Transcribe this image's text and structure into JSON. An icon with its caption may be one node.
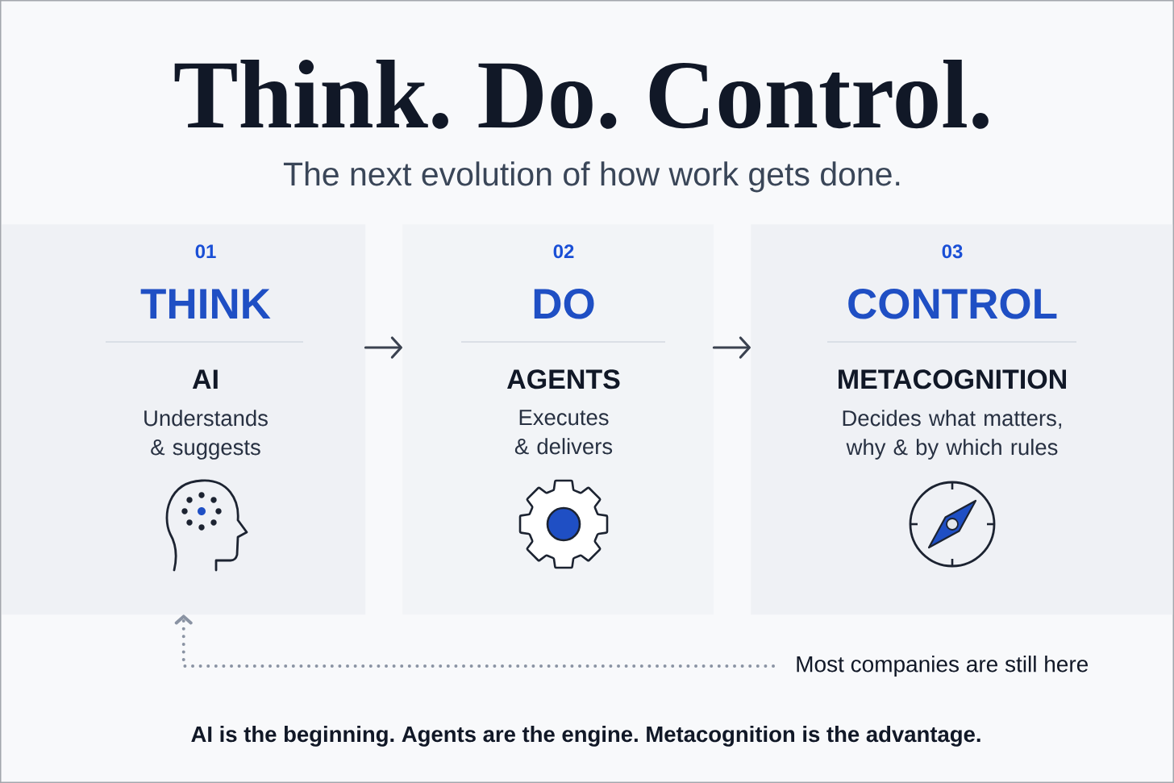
{
  "diagram": {
    "title": "Think. Do. Control.",
    "caption": "AI is the beginning. Agents are the engine. Metacognition is the advantage.",
    "nodes": [
      {
        "text": [
          "01",
          "THINK",
          "AI",
          "Understands & suggests"
        ]
      },
      {
        "text": [
          "02",
          "DO",
          "AGENTS",
          "Executes & delivers"
        ]
      },
      {
        "text": [
          "03",
          "CONTROL",
          "METACOGNITION",
          "Decides what matters, why & by which rules"
        ]
      },
      {
        "text": [
          "Most companies are still here"
        ]
      }
    ],
    "edges": [
      {
        "from": 0,
        "to": 1,
        "arrow": "to"
      },
      {
        "from": 1,
        "to": 2,
        "arrow": "to"
      },
      {
        "from": 3,
        "to": 0,
        "arrow": "to",
        "style": "dashed",
        "color": "#8a93a3"
      }
    ],
    "labels": [
      "The next evolution of how work gets done."
    ]
  }
}
